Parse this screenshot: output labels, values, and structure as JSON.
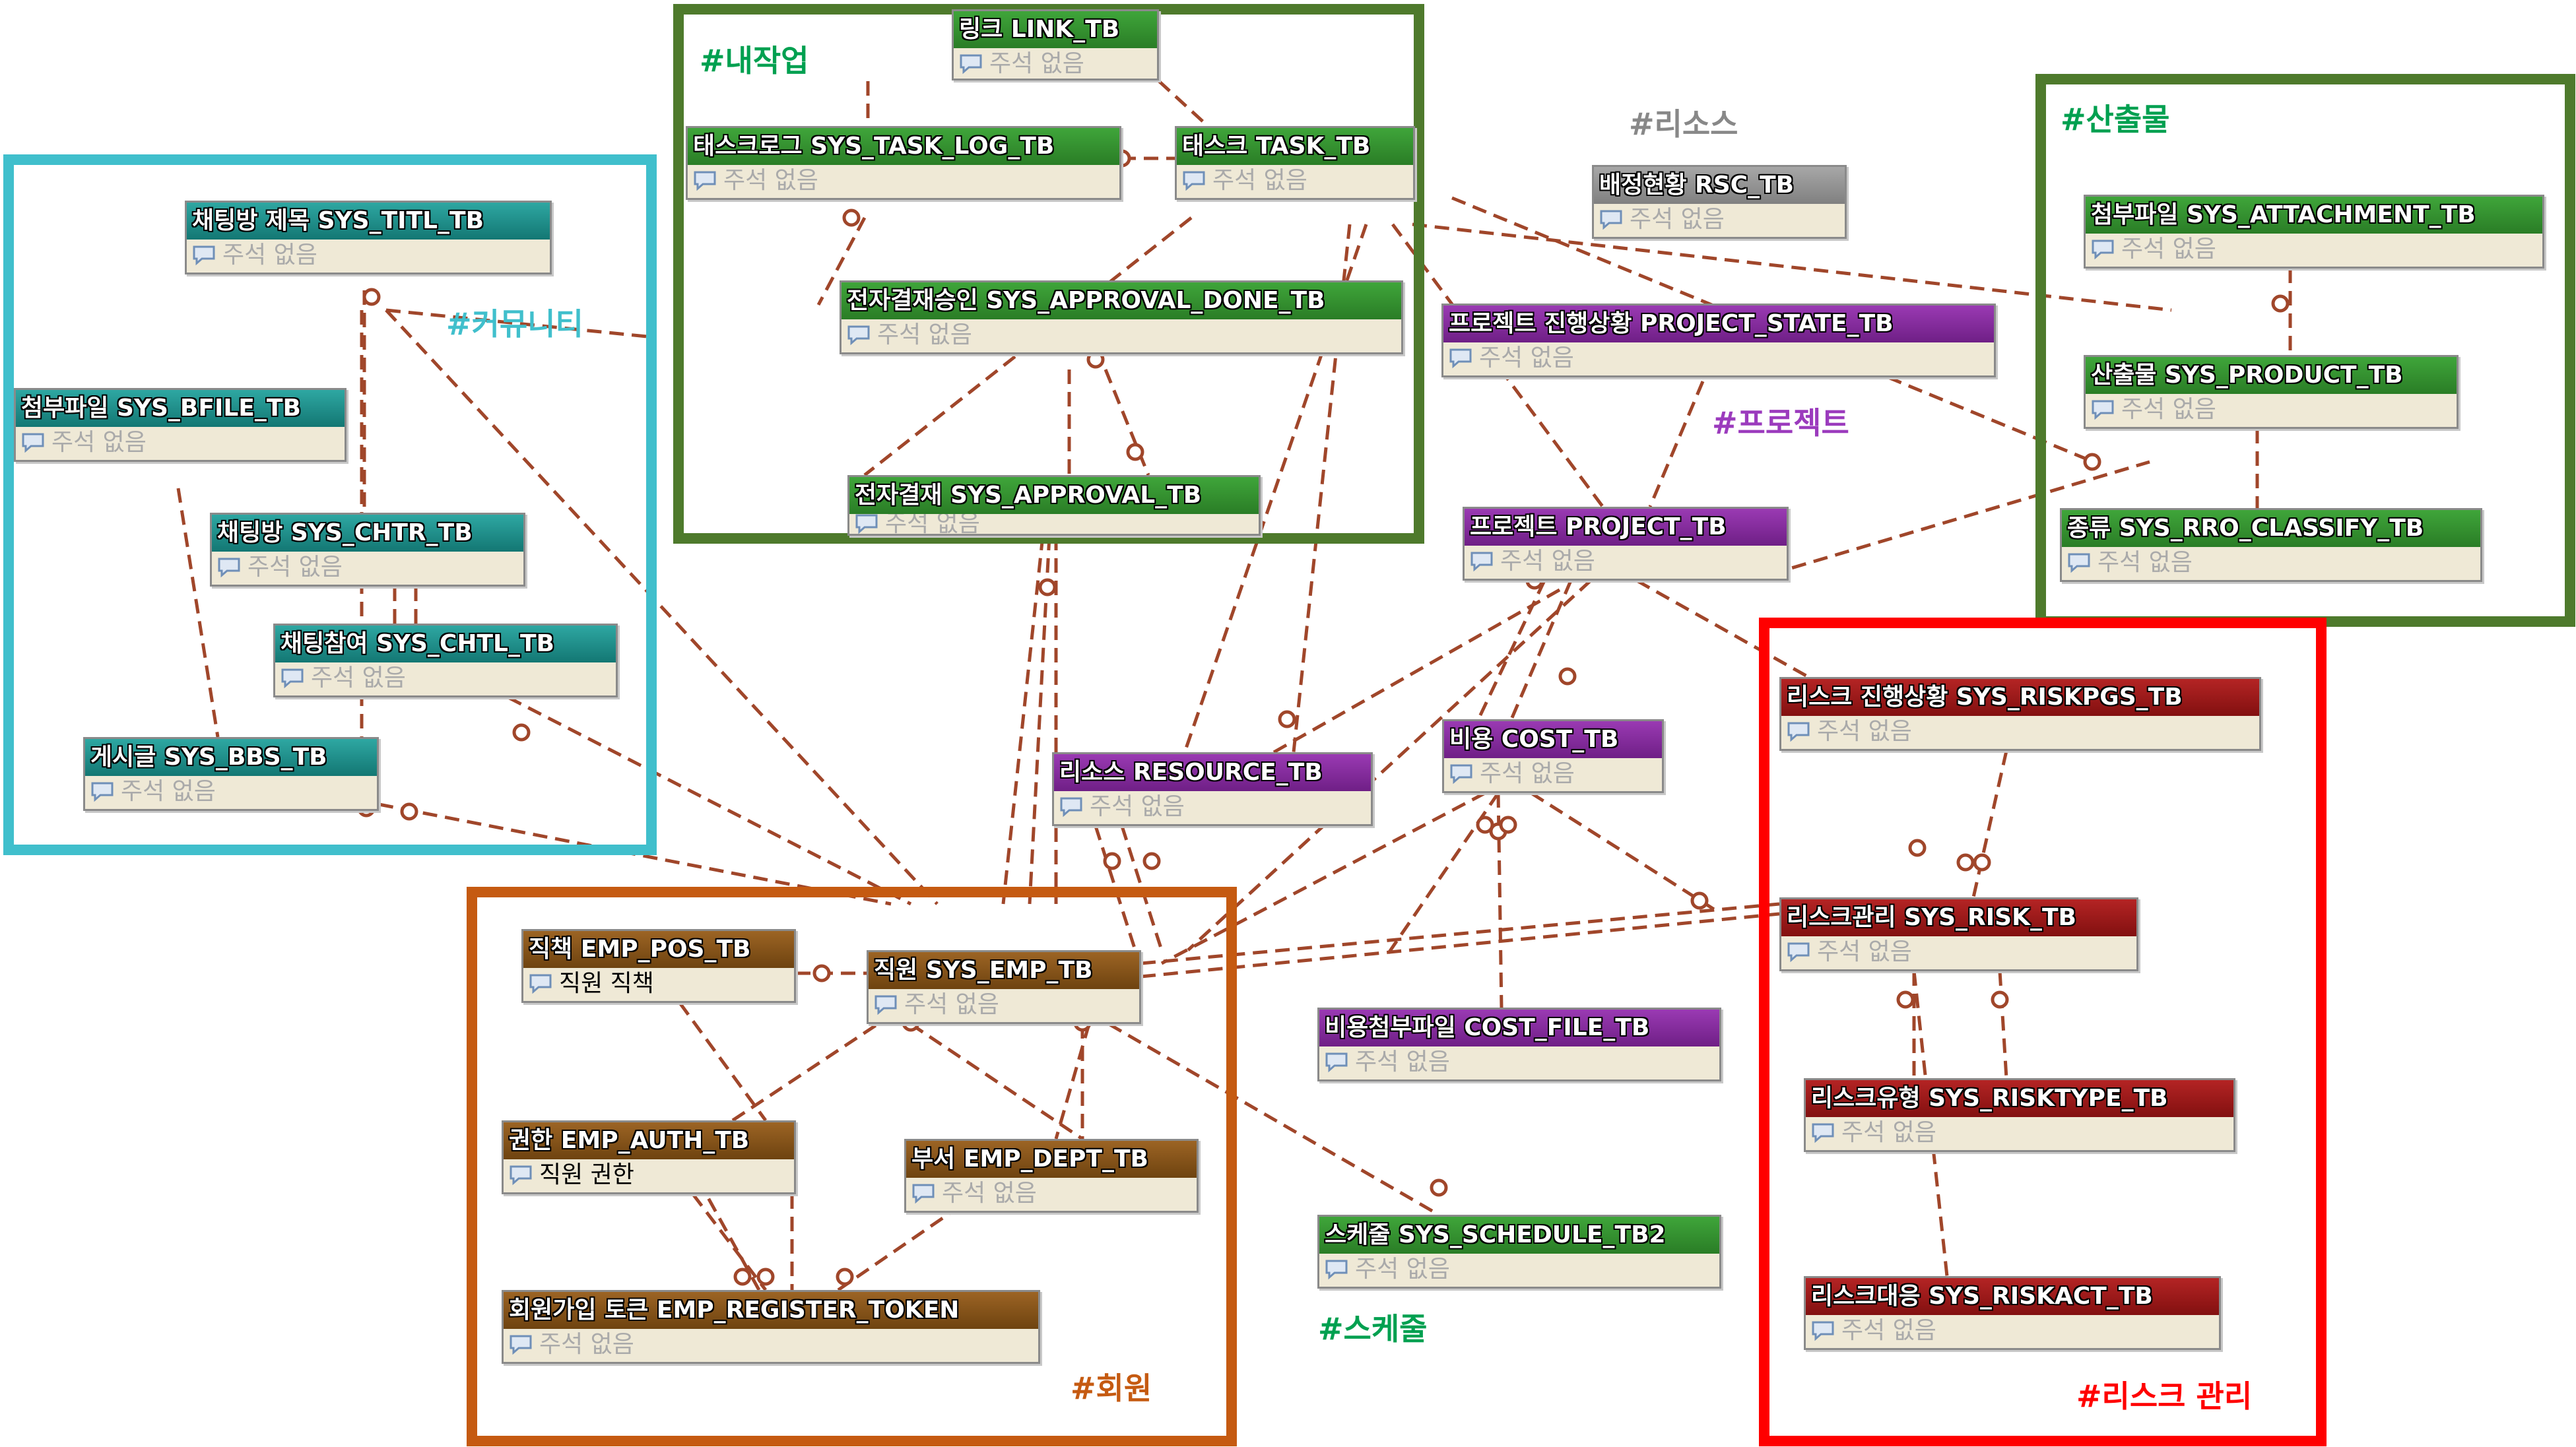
{
  "colors": {
    "wire": "#a0462a",
    "community": "#40bfcc",
    "mywork": "#4e7a2c",
    "product": "#4e7a2c",
    "risk": "#ff0000",
    "member": "#c55a11"
  },
  "groups": {
    "community": "#커뮤니티",
    "mywork": "#내작업",
    "resource": "#리소스",
    "product": "#산출물",
    "project": "#프로젝트",
    "risk": "#리스크 관리",
    "member": "#회원",
    "schedule": "#스케줄"
  },
  "comment_icon": "speech-bubble-icon",
  "entities": {
    "sys_titl_tb": {
      "title": "채팅방 제목  SYS_TITL_TB",
      "comment": "주석 없음"
    },
    "sys_bfile_tb": {
      "title": "첨부파일  SYS_BFILE_TB",
      "comment": "주석 없음"
    },
    "sys_chtr_tb": {
      "title": "채팅방  SYS_CHTR_TB",
      "comment": "주석 없음"
    },
    "sys_chtl_tb": {
      "title": "채팅참여  SYS_CHTL_TB",
      "comment": "주석 없음"
    },
    "sys_bbs_tb": {
      "title": "게시글  SYS_BBS_TB",
      "comment": "주석 없음"
    },
    "link_tb": {
      "title": "링크  LINK_TB",
      "comment": "주석 없음"
    },
    "sys_task_log_tb": {
      "title": "태스크로그  SYS_TASK_LOG_TB",
      "comment": "주석 없음"
    },
    "task_tb": {
      "title": "태스크  TASK_TB",
      "comment": "주석 없음"
    },
    "sys_approval_done_tb": {
      "title": "전자결재승인  SYS_APPROVAL_DONE_TB",
      "comment": "주석 없음"
    },
    "sys_approval_tb": {
      "title": "전자결재  SYS_APPROVAL_TB",
      "comment": "주석 없음"
    },
    "rsc_tb": {
      "title": "배정현황  RSC_TB",
      "comment": "주석 없음"
    },
    "project_state_tb": {
      "title": "프로젝트 진행상황  PROJECT_STATE_TB",
      "comment": "주석 없음"
    },
    "project_tb": {
      "title": "프로젝트  PROJECT_TB",
      "comment": "주석 없음"
    },
    "sys_attachment_tb": {
      "title": "첨부파일  SYS_ATTACHMENT_TB",
      "comment": "주석 없음"
    },
    "sys_product_tb": {
      "title": "산출물  SYS_PRODUCT_TB",
      "comment": "주석 없음"
    },
    "sys_rro_classify_tb": {
      "title": "종류  SYS_RRO_CLASSIFY_TB",
      "comment": "주석 없음"
    },
    "sys_riskpgs_tb": {
      "title": "리스크 진행상황  SYS_RISKPGS_TB",
      "comment": "주석 없음"
    },
    "sys_risk_tb": {
      "title": "리스크관리  SYS_RISK_TB",
      "comment": "주석 없음"
    },
    "sys_risktype_tb": {
      "title": "리스크유형  SYS_RISKTYPE_TB",
      "comment": "주석 없음"
    },
    "sys_riskact_tb": {
      "title": "리스크대응  SYS_RISKACT_TB",
      "comment": "주석 없음"
    },
    "resource_tb": {
      "title": "리소스  RESOURCE_TB",
      "comment": "주석 없음"
    },
    "cost_tb": {
      "title": "비용  COST_TB",
      "comment": "주석 없음"
    },
    "cost_file_tb": {
      "title": "비용첨부파일  COST_FILE_TB",
      "comment": "주석 없음"
    },
    "sys_schedule_tb2": {
      "title": "스케줄  SYS_SCHEDULE_TB2",
      "comment": "주석 없음"
    },
    "emp_pos_tb": {
      "title": "직책  EMP_POS_TB",
      "comment": "직원 직책"
    },
    "sys_emp_tb": {
      "title": "직원  SYS_EMP_TB",
      "comment": "주석 없음"
    },
    "emp_auth_tb": {
      "title": "권한  EMP_AUTH_TB",
      "comment": "직원 권한"
    },
    "emp_dept_tb": {
      "title": "부서  EMP_DEPT_TB",
      "comment": "주석 없음"
    },
    "emp_register_token": {
      "title": "회원가입 토큰  EMP_REGISTER_TOKEN",
      "comment": "주석 없음"
    }
  }
}
